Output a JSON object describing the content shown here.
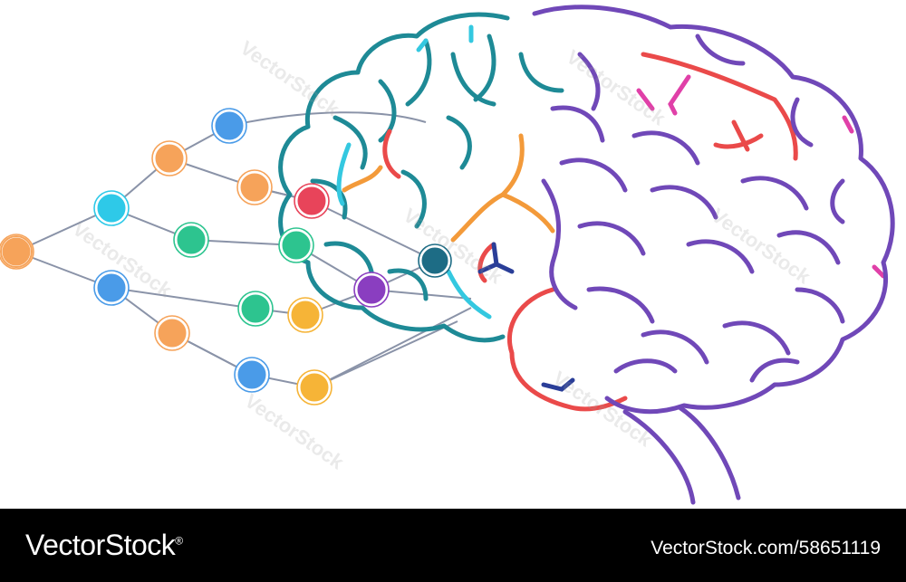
{
  "watermark_text": "VectorStock",
  "footer": {
    "brand": "VectorStock",
    "brand_suffix": "®",
    "image_id": "VectorStock.com/58651119"
  },
  "colors": {
    "teal": "#1e8a96",
    "purple": "#7048b8",
    "red": "#ea4a4a",
    "orange": "#f39a3a",
    "cyan": "#34c8e0",
    "pink": "#e040a8",
    "navy": "#2a3e98",
    "node_orange": "#f6a35a",
    "node_blue": "#4a9be8",
    "node_cyan": "#2ec9e8",
    "node_green": "#2dc48f",
    "node_red": "#e8445a",
    "node_yellow": "#f6b437",
    "node_purple": "#8a3ec0",
    "node_dark": "#1d6c85",
    "link": "#8a93a8"
  }
}
